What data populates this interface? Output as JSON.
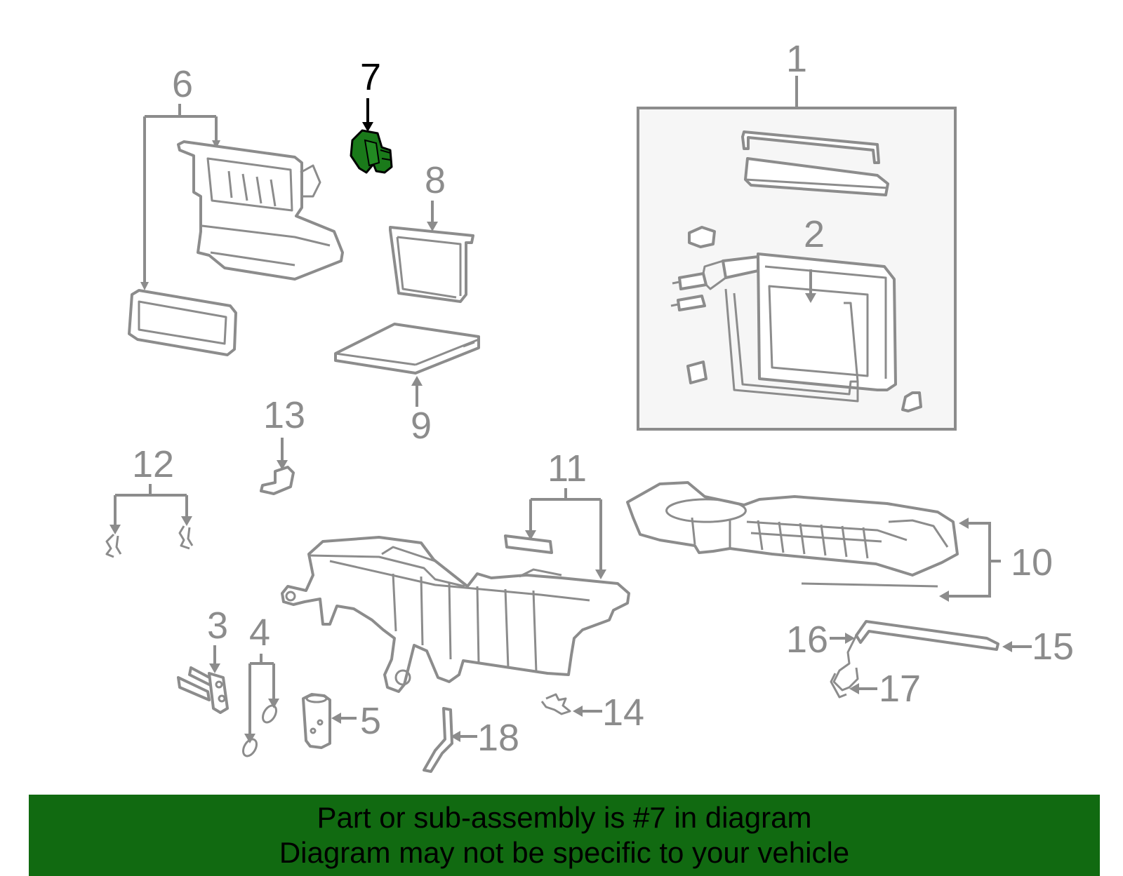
{
  "diagram": {
    "callouts": [
      {
        "id": "1",
        "label": "1"
      },
      {
        "id": "2",
        "label": "2"
      },
      {
        "id": "3",
        "label": "3"
      },
      {
        "id": "4",
        "label": "4"
      },
      {
        "id": "5",
        "label": "5"
      },
      {
        "id": "6",
        "label": "6"
      },
      {
        "id": "7",
        "label": "7",
        "highlighted": true
      },
      {
        "id": "8",
        "label": "8"
      },
      {
        "id": "9",
        "label": "9"
      },
      {
        "id": "10",
        "label": "10"
      },
      {
        "id": "11",
        "label": "11"
      },
      {
        "id": "12",
        "label": "12"
      },
      {
        "id": "13",
        "label": "13"
      },
      {
        "id": "14",
        "label": "14"
      },
      {
        "id": "15",
        "label": "15"
      },
      {
        "id": "16",
        "label": "16"
      },
      {
        "id": "17",
        "label": "17"
      },
      {
        "id": "18",
        "label": "18"
      }
    ],
    "highlighted_part": "7",
    "colors": {
      "line_gray": "#8c8c8c",
      "highlight_part": "#1a7a1a",
      "banner_bg": "#116a11",
      "inset_box_bg": "#f6f6f6"
    }
  },
  "banner": {
    "line1": "Part or sub-assembly is #7 in diagram",
    "line2": "Diagram may not be specific to your vehicle"
  }
}
